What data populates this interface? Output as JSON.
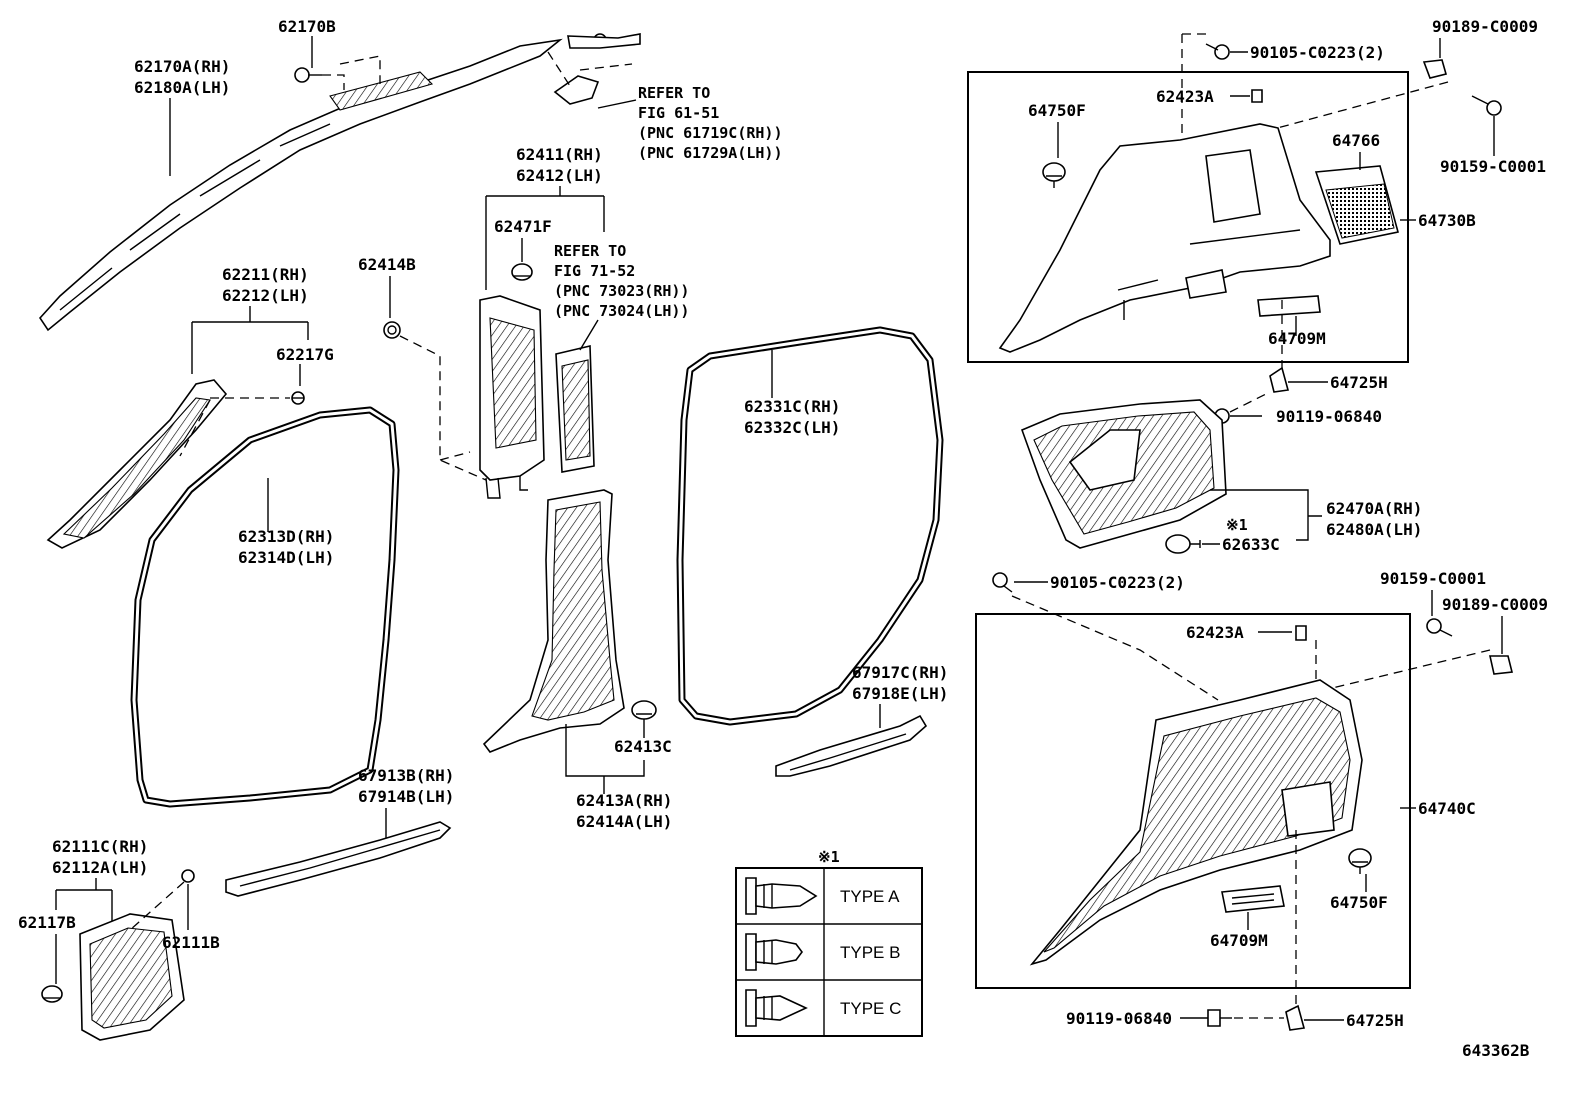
{
  "labels": {
    "p62170b": "62170B",
    "p62170a": "62170A(RH)",
    "p62180a": "62180A(LH)",
    "refer1_title": "REFER TO",
    "refer1_fig": "FIG 61-51",
    "refer1_pnc1": "(PNC 61719C(RH))",
    "refer1_pnc2": "(PNC 61729A(LH))",
    "p62411": "62411(RH)",
    "p62412": "62412(LH)",
    "p62471f": "62471F",
    "refer2_title": "REFER TO",
    "refer2_fig": "FIG 71-52",
    "refer2_pnc1": "(PNC 73023(RH))",
    "refer2_pnc2": "(PNC 73024(LH))",
    "p62211": "62211(RH)",
    "p62212": "62212(LH)",
    "p62414b": "62414B",
    "p62217g": "62217G",
    "p62313d": "62313D(RH)",
    "p62314d": "62314D(LH)",
    "p62331c": "62331C(RH)",
    "p62332c": "62332C(LH)",
    "p62413c": "62413C",
    "p62413a": "62413A(RH)",
    "p62414a": "62414A(LH)",
    "p67917c": "67917C(RH)",
    "p67918e": "67918E(LH)",
    "p67913b": "67913B(RH)",
    "p67914b": "67914B(LH)",
    "p62111c": "62111C(RH)",
    "p62112a": "62112A(LH)",
    "p62117b": "62117B",
    "p62111b": "62111B",
    "p90189_top": "90189-C0009",
    "p90105_top": "90105-C0223(2)",
    "p62423a_top": "62423A",
    "p64750f_top": "64750F",
    "p64766": "64766",
    "p90159_top": "90159-C0001",
    "p64730b": "64730B",
    "p64709m_top": "64709M",
    "p64725h_top": "64725H",
    "p90119_top": "90119-06840",
    "p62470a": "62470A(RH)",
    "p62480a": "62480A(LH)",
    "mark_1_clip": "※1",
    "p62633c": "62633C",
    "p90105_mid": "90105-C0223(2)",
    "p90159_mid": "90159-C0001",
    "p90189_mid": "90189-C0009",
    "p62423a_mid": "62423A",
    "p64740c": "64740C",
    "p64750f_bot": "64750F",
    "p64709m_bot": "64709M",
    "p90119_bot": "90119-06840",
    "p64725h_bot": "64725H",
    "drawing_no": "643362B"
  },
  "legend": {
    "mark": "※1",
    "types": [
      "TYPE A",
      "TYPE B",
      "TYPE C"
    ]
  },
  "icons": [
    "clip-type-a-icon",
    "clip-type-b-icon",
    "clip-type-c-icon"
  ]
}
